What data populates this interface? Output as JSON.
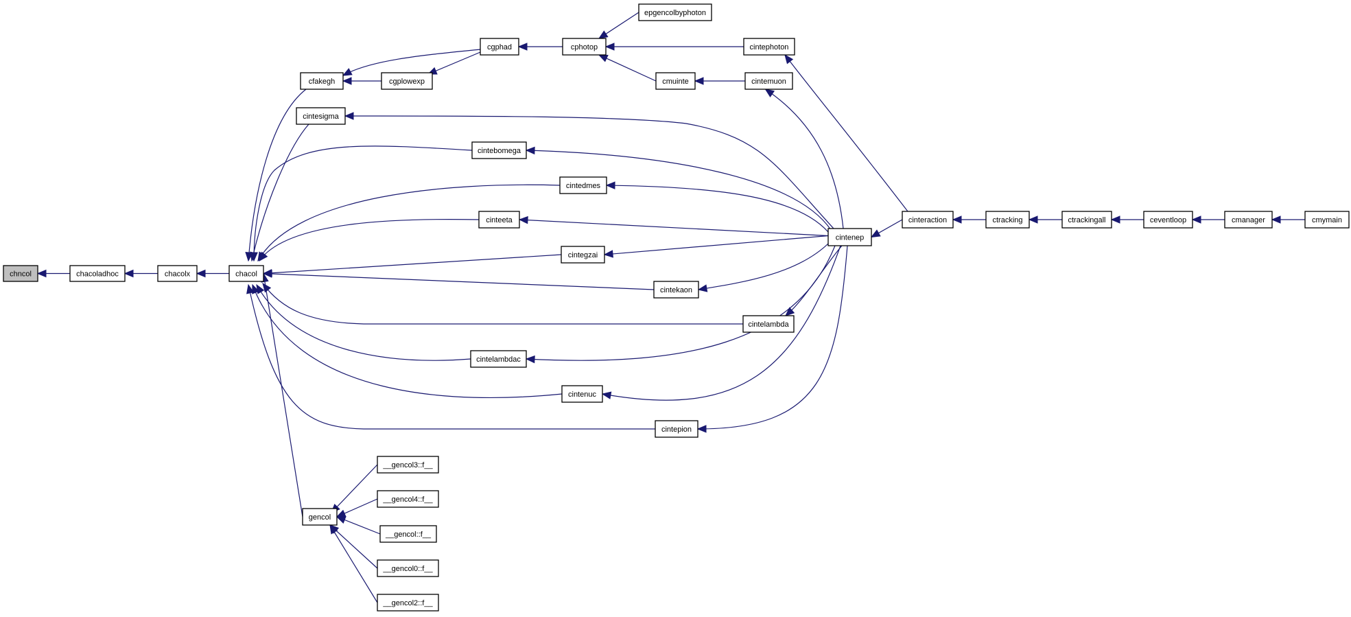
{
  "colors": {
    "edge": "#191970",
    "root_fill": "#bfbfbf",
    "node_fill": "#ffffff",
    "border": "#000000"
  },
  "nodes": [
    {
      "id": "chncol",
      "label": "chncol",
      "root": true
    },
    {
      "id": "chacoladhoc",
      "label": "chacoladhoc"
    },
    {
      "id": "chacolx",
      "label": "chacolx"
    },
    {
      "id": "chacol",
      "label": "chacol"
    },
    {
      "id": "cfakegh",
      "label": "cfakegh"
    },
    {
      "id": "cintesigma",
      "label": "cintesigma"
    },
    {
      "id": "gencol",
      "label": "gencol"
    },
    {
      "id": "cgphad",
      "label": "cgphad"
    },
    {
      "id": "cgplowexp",
      "label": "cgplowexp"
    },
    {
      "id": "cintebomega",
      "label": "cintebomega"
    },
    {
      "id": "cintedmes",
      "label": "cintedmes"
    },
    {
      "id": "cinteeta",
      "label": "cinteeta"
    },
    {
      "id": "cintegzai",
      "label": "cintegzai"
    },
    {
      "id": "cintekaon",
      "label": "cintekaon"
    },
    {
      "id": "cintelambda",
      "label": "cintelambda"
    },
    {
      "id": "cintelambdac",
      "label": "cintelambdac"
    },
    {
      "id": "cintenuc",
      "label": "cintenuc"
    },
    {
      "id": "cintepion",
      "label": "cintepion"
    },
    {
      "id": "gencol3",
      "label": "__gencol3::f__"
    },
    {
      "id": "gencol4",
      "label": "__gencol4::f__"
    },
    {
      "id": "gencolf",
      "label": "__gencol::f__"
    },
    {
      "id": "gencol0",
      "label": "__gencol0::f__"
    },
    {
      "id": "gencol2",
      "label": "__gencol2::f__"
    },
    {
      "id": "cphotop",
      "label": "cphotop"
    },
    {
      "id": "epgencolbyphoton",
      "label": "epgencolbyphoton"
    },
    {
      "id": "cmuinte",
      "label": "cmuinte"
    },
    {
      "id": "cintephoton",
      "label": "cintephoton"
    },
    {
      "id": "cintemuon",
      "label": "cintemuon"
    },
    {
      "id": "cintenep",
      "label": "cintenep"
    },
    {
      "id": "cinteraction",
      "label": "cinteraction"
    },
    {
      "id": "ctracking",
      "label": "ctracking"
    },
    {
      "id": "ctrackingall",
      "label": "ctrackingall"
    },
    {
      "id": "ceventloop",
      "label": "ceventloop"
    },
    {
      "id": "cmanager",
      "label": "cmanager"
    },
    {
      "id": "cmymain",
      "label": "cmymain"
    }
  ],
  "edges": [
    [
      "chacoladhoc",
      "chncol"
    ],
    [
      "chacolx",
      "chacoladhoc"
    ],
    [
      "chacol",
      "chacolx"
    ],
    [
      "cfakegh",
      "chacol"
    ],
    [
      "cintesigma",
      "chacol"
    ],
    [
      "gencol",
      "chacol"
    ],
    [
      "cintebomega",
      "chacol"
    ],
    [
      "cintedmes",
      "chacol"
    ],
    [
      "cinteeta",
      "chacol"
    ],
    [
      "cintegzai",
      "chacol"
    ],
    [
      "cintekaon",
      "chacol"
    ],
    [
      "cintelambda",
      "chacol"
    ],
    [
      "cintelambdac",
      "chacol"
    ],
    [
      "cintenuc",
      "chacol"
    ],
    [
      "cintepion",
      "chacol"
    ],
    [
      "cgphad",
      "cfakegh"
    ],
    [
      "cgplowexp",
      "cfakegh"
    ],
    [
      "cgphad",
      "cgplowexp"
    ],
    [
      "cphotop",
      "cgphad"
    ],
    [
      "epgencolbyphoton",
      "cphotop"
    ],
    [
      "cintephoton",
      "cphotop"
    ],
    [
      "cmuinte",
      "cphotop"
    ],
    [
      "cintemuon",
      "cmuinte"
    ],
    [
      "gencol3",
      "gencol"
    ],
    [
      "gencol4",
      "gencol"
    ],
    [
      "gencolf",
      "gencol"
    ],
    [
      "gencol0",
      "gencol"
    ],
    [
      "gencol2",
      "gencol"
    ],
    [
      "cinteraction",
      "cintephoton"
    ],
    [
      "cintenep",
      "cintemuon"
    ],
    [
      "cintenep",
      "cintesigma"
    ],
    [
      "cintenep",
      "cintebomega"
    ],
    [
      "cintenep",
      "cintedmes"
    ],
    [
      "cintenep",
      "cinteeta"
    ],
    [
      "cintenep",
      "cintegzai"
    ],
    [
      "cintenep",
      "cintekaon"
    ],
    [
      "cintenep",
      "cintelambda"
    ],
    [
      "cintenep",
      "cintelambdac"
    ],
    [
      "cintenep",
      "cintenuc"
    ],
    [
      "cintenep",
      "cintepion"
    ],
    [
      "cinteraction",
      "cintenep"
    ],
    [
      "ctracking",
      "cinteraction"
    ],
    [
      "ctrackingall",
      "ctracking"
    ],
    [
      "ceventloop",
      "ctrackingall"
    ],
    [
      "cmanager",
      "ceventloop"
    ],
    [
      "cmymain",
      "cmanager"
    ]
  ]
}
